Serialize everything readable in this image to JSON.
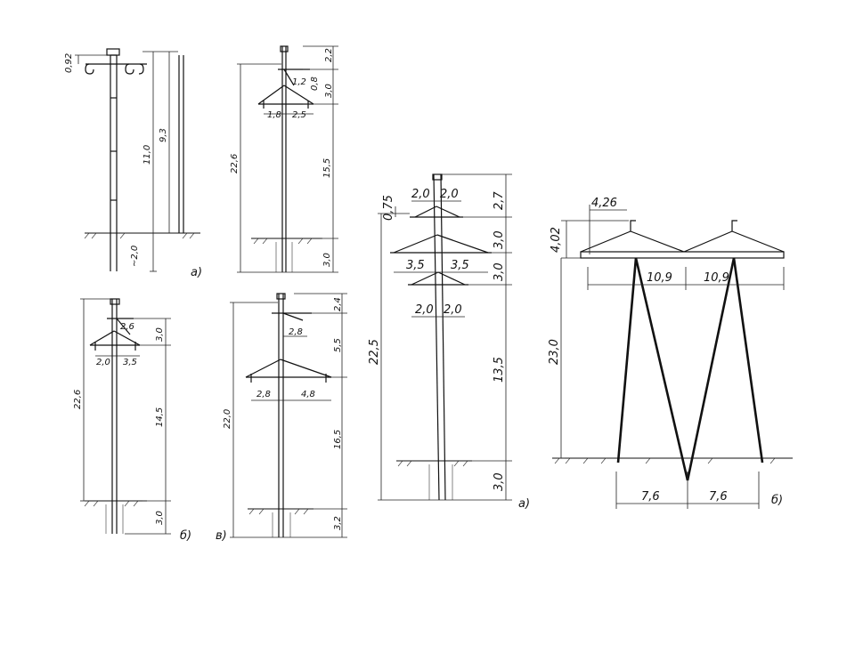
{
  "fig1": {
    "d1": "0,92",
    "d2": "11,0",
    "d3": "9,3",
    "d4": "~2,0",
    "cap": "а)"
  },
  "fig2": {
    "d1": "2,2",
    "d2": "1,2",
    "d3": "0,8",
    "d4": "3,0",
    "d5": "1,8",
    "d6": "2,5",
    "d7": "22,6",
    "d8": "15,5",
    "d9": "3,0"
  },
  "fig3": {
    "d1": "2,6",
    "d2": "3,0",
    "d3": "2,0",
    "d4": "3,5",
    "d5": "22,6",
    "d6": "14,5",
    "d7": "3,0",
    "cap": "б)"
  },
  "fig4": {
    "d1": "2,4",
    "d2": "2,8",
    "d3": "5,5",
    "d4": "2,8",
    "d5": "4,8",
    "d6": "22,0",
    "d7": "16,5",
    "d8": "3,2",
    "cap": "в)"
  },
  "fig5": {
    "d1": "0,75",
    "d2": "2,0",
    "d3": "2,0",
    "d4": "2,7",
    "d5": "3,0",
    "d6": "3,5",
    "d7": "3,5",
    "d8": "3,0",
    "d9": "2,0",
    "d10": "2,0",
    "d11": "22,5",
    "d12": "13,5",
    "d13": "3,0",
    "cap": "а)"
  },
  "fig6": {
    "d1": "4,26",
    "d2": "4,02",
    "d3": "10,9",
    "d4": "10,9",
    "d5": "23,0",
    "d6": "7,6",
    "d7": "7,6",
    "cap": "б)"
  }
}
